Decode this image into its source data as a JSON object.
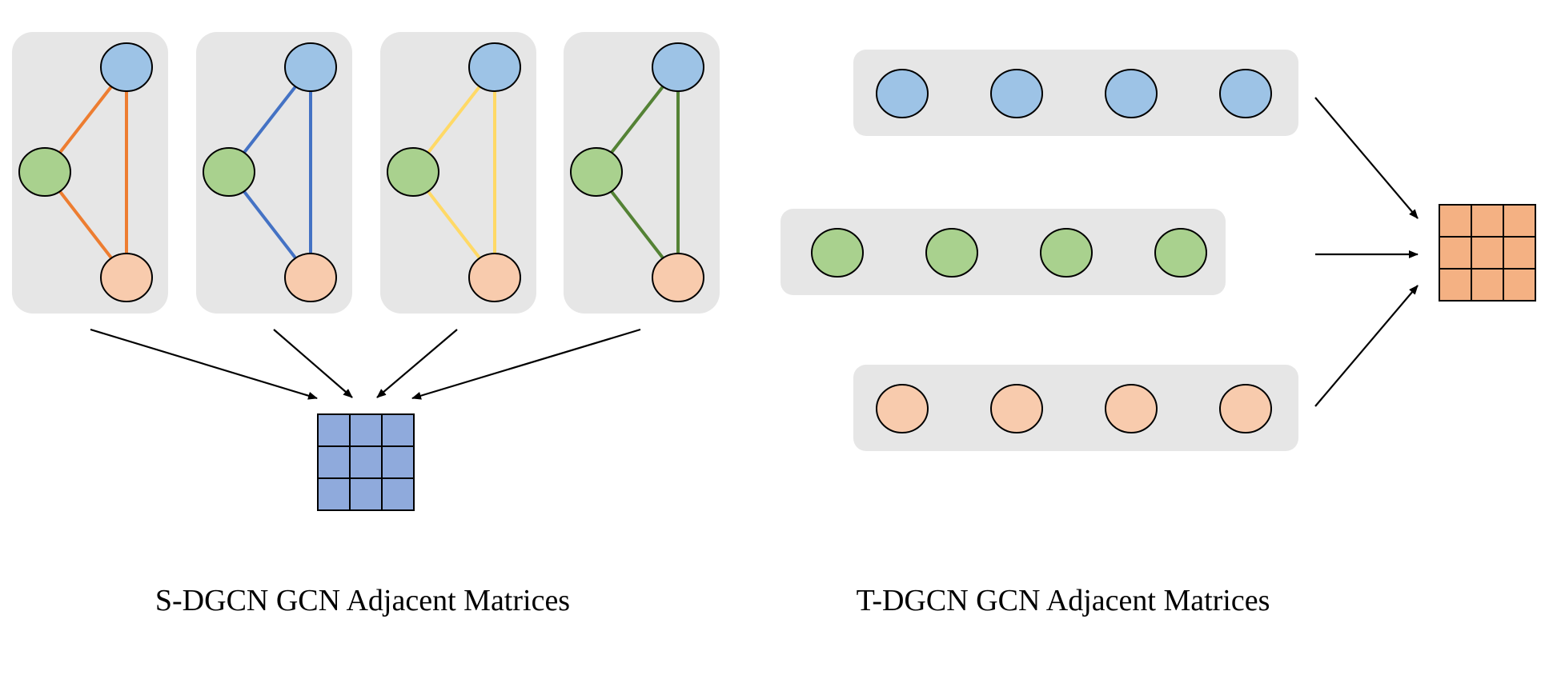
{
  "captions": {
    "left": "S-DGCN GCN Adjacent Matrices",
    "right": "T-DGCN GCN Adjacent Matrices"
  },
  "colors": {
    "panel_background": "#e6e6e6",
    "node_blue": "#9dc3e6",
    "node_green": "#a9d18e",
    "node_peach": "#f8cbad",
    "edge_colors": [
      "#ed7d31",
      "#4472c4",
      "#ffd966",
      "#548235"
    ],
    "matrix_left_fill": "#8faadc",
    "matrix_right_fill": "#f4b183",
    "stroke": "#000000"
  },
  "spatial_graphs": {
    "count": 4,
    "nodes_per_graph": [
      "blue",
      "green",
      "peach"
    ],
    "edges": [
      [
        "blue",
        "green"
      ],
      [
        "green",
        "peach"
      ],
      [
        "blue",
        "peach"
      ]
    ]
  },
  "temporal_sequences": {
    "rows": [
      "blue",
      "green",
      "peach"
    ],
    "nodes_per_row": 4
  },
  "matrices": {
    "left": {
      "rows": 3,
      "cols": 3
    },
    "right": {
      "rows": 3,
      "cols": 3
    }
  }
}
